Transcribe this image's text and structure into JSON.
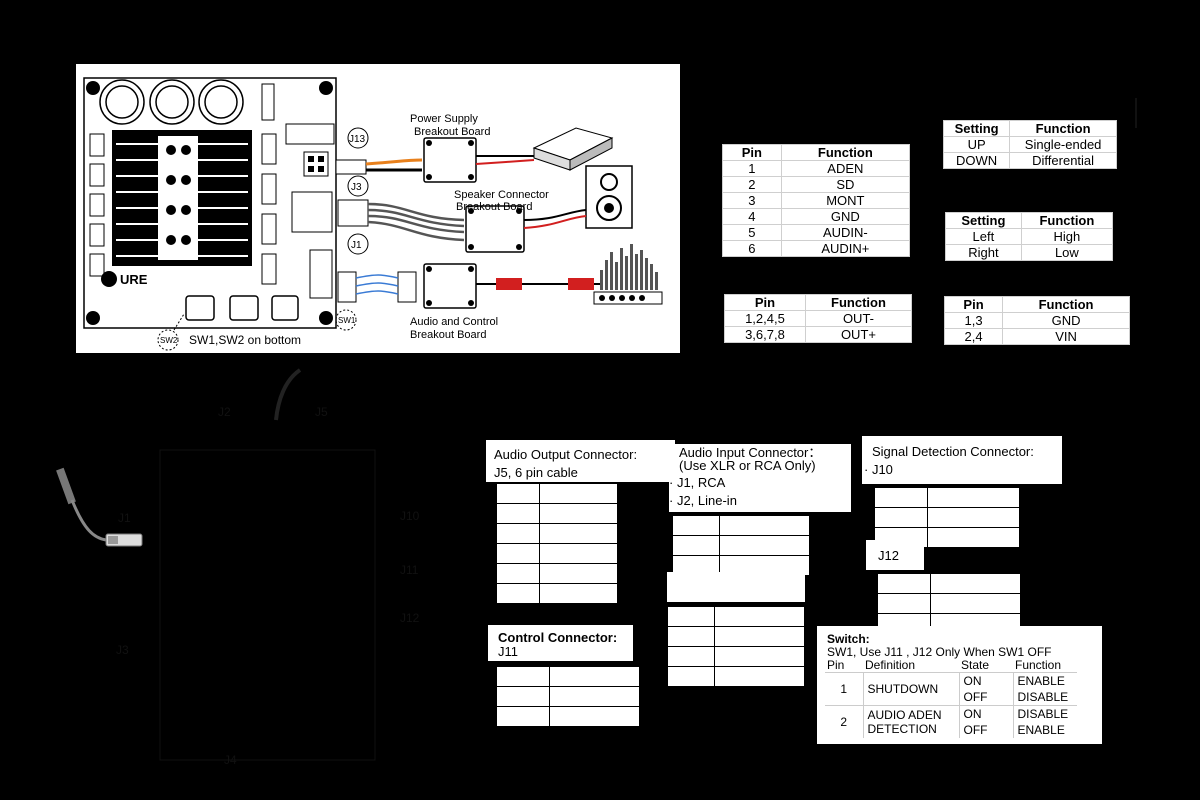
{
  "board_diagram": {
    "j13": "J13",
    "j3": "J3",
    "j1": "J1",
    "sw1": "SW1",
    "sw2": "SW2",
    "power_breakout": "Power Supply\nBreakout Board",
    "speaker_breakout": "Speaker Connector\nBreakout Board",
    "audio_breakout": "Audio and Control\nBreakout Board",
    "switch_note": "SW1,SW2 on bottom",
    "logo": "URE"
  },
  "audio_input_table": {
    "title": "Audio Input Connector:",
    "subtitle": "· J1 JST Connector",
    "headers": [
      "Pin",
      "Function"
    ],
    "rows": [
      [
        "1",
        "ADEN"
      ],
      [
        "2",
        "SD"
      ],
      [
        "3",
        "MONT"
      ],
      [
        "4",
        "GND"
      ],
      [
        "5",
        "AUDIN-"
      ],
      [
        "6",
        "AUDIN+"
      ]
    ]
  },
  "speaker_output_table": {
    "title": "Speaker Output Connector:",
    "subtitle": "· J3 TE Connector",
    "headers": [
      "Pin",
      "Function"
    ],
    "rows": [
      [
        "1,2,4,5",
        "OUT-"
      ],
      [
        "3,6,7,8",
        "OUT+"
      ]
    ]
  },
  "mode_switch_table": {
    "title": "Audio Input Mode Switch:",
    "subtitle": "· SW1 Slide Switch",
    "headers": [
      "Setting",
      "Function"
    ],
    "rows": [
      [
        "UP",
        "Single-ended"
      ],
      [
        "DOWN",
        "Differential"
      ]
    ]
  },
  "gain_switch_table": {
    "title": "Gain Control Switch:",
    "subtitle": "· SW2 Slide Switch",
    "headers": [
      "Setting",
      "Function"
    ],
    "rows": [
      [
        "Left",
        "High"
      ],
      [
        "Right",
        "Low"
      ]
    ]
  },
  "power_connector_table": {
    "title": "Power Supply Connector:",
    "subtitle": "· J13 Fastit JR Header",
    "headers": [
      "Pin",
      "Function"
    ],
    "rows": [
      [
        "1,3",
        "GND"
      ],
      [
        "2,4",
        "VIN"
      ]
    ]
  },
  "lower_labels": {
    "j2": "J2",
    "j5": "J5",
    "j1": "J1",
    "j3": "J3",
    "j4": "J4",
    "j10": "J10",
    "j11": "J11",
    "j12": "J12"
  },
  "audio_output_box": {
    "title": "Audio Output Connector:",
    "subtitle": "J5, 6 pin cable"
  },
  "control_box": {
    "title": "Control Connector:",
    "subtitle": "J11"
  },
  "audio_input2_box": {
    "title": "Audio Input Connector：",
    "subtitle": "(Use XLR or RCA Only)",
    "item1": "· J1, RCA",
    "item2": "· J2, Line-in"
  },
  "signal_box": {
    "title": "Signal Detection Connector:",
    "subtitle": "· J10"
  },
  "j12_box": {
    "title": "J12"
  },
  "switch_box": {
    "title": "Switch:",
    "subtitle": "SW1, Use J11 , J12 Only When SW1 OFF",
    "headers": [
      "Pin",
      "Definition",
      "State",
      "Function"
    ],
    "rows": [
      {
        "pin": "1",
        "def": "SHUTDOWN",
        "s1": "ON",
        "f1": "ENABLE",
        "s2": "OFF",
        "f2": "DISABLE"
      },
      {
        "pin": "2",
        "def": "AUDIO ADEN\nDETECTION",
        "s1": "ON",
        "f1": "DISABLE",
        "s2": "OFF",
        "f2": "ENABLE"
      }
    ]
  },
  "colors": {
    "background": "#000000",
    "panel": "#ffffff",
    "orange_wire": "#e8801c",
    "red_wire": "#d21f1f"
  }
}
